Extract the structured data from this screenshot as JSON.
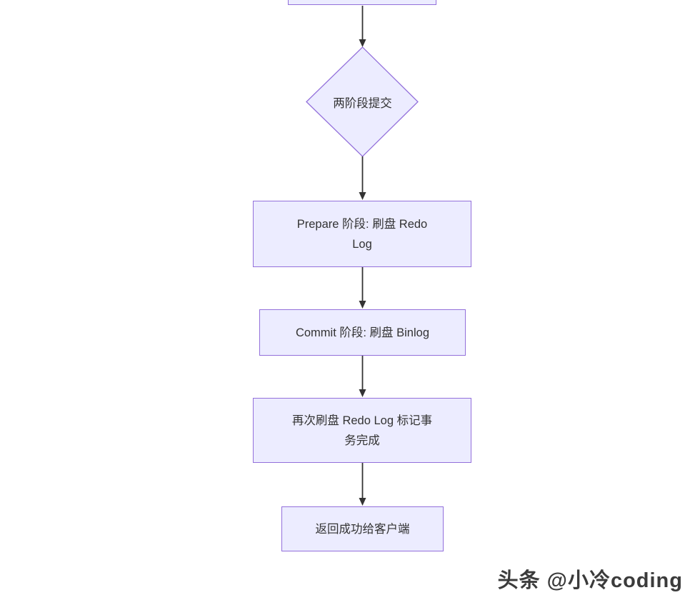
{
  "diagram": {
    "type": "flowchart",
    "direction": "top-down",
    "colors": {
      "node_fill": "#ECECFF",
      "node_border": "#9370DB",
      "arrow": "#333333",
      "text": "#333333",
      "background": "#ffffff"
    },
    "nodes": [
      {
        "id": "truncated-top",
        "shape": "rect",
        "label": ""
      },
      {
        "id": "two-phase-commit",
        "shape": "diamond",
        "label": "两阶段提交"
      },
      {
        "id": "prepare",
        "shape": "rect",
        "label": "Prepare 阶段: 刷盘 Redo Log",
        "lines": [
          "Prepare 阶段: 刷盘 Redo",
          "Log"
        ]
      },
      {
        "id": "commit",
        "shape": "rect",
        "label": "Commit 阶段: 刷盘 Binlog",
        "lines": [
          "Commit 阶段: 刷盘 Binlog"
        ]
      },
      {
        "id": "flush-redo-again",
        "shape": "rect",
        "label": "再次刷盘 Redo Log 标记事务完成",
        "lines": [
          "再次刷盘 Redo Log 标记事",
          "务完成"
        ]
      },
      {
        "id": "return-success",
        "shape": "rect",
        "label": "返回成功给客户端",
        "lines": [
          "返回成功给客户端"
        ]
      }
    ],
    "edges": [
      {
        "from": "truncated-top",
        "to": "two-phase-commit"
      },
      {
        "from": "two-phase-commit",
        "to": "prepare"
      },
      {
        "from": "prepare",
        "to": "commit"
      },
      {
        "from": "commit",
        "to": "flush-redo-again"
      },
      {
        "from": "flush-redo-again",
        "to": "return-success"
      }
    ],
    "watermark": "头条 @小冷coding"
  }
}
